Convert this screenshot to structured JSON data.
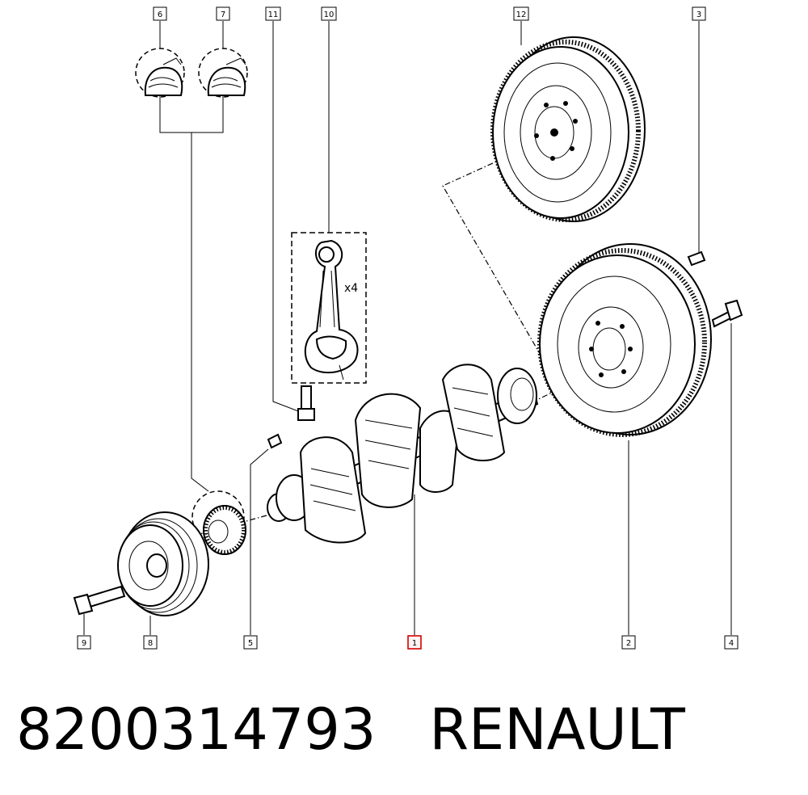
{
  "caption": {
    "part_number": "8200314793",
    "brand": "RENAULT"
  },
  "diagram": {
    "quantity_note": "x4",
    "highlight_color": "#d40000",
    "callouts": [
      {
        "id": "1",
        "label": "1",
        "highlighted": true
      },
      {
        "id": "2",
        "label": "2"
      },
      {
        "id": "3",
        "label": "3"
      },
      {
        "id": "4",
        "label": "4"
      },
      {
        "id": "5",
        "label": "5"
      },
      {
        "id": "6",
        "label": "6"
      },
      {
        "id": "7",
        "label": "7"
      },
      {
        "id": "8",
        "label": "8"
      },
      {
        "id": "9",
        "label": "9"
      },
      {
        "id": "10",
        "label": "10"
      },
      {
        "id": "11",
        "label": "11"
      },
      {
        "id": "12",
        "label": "12"
      }
    ]
  }
}
